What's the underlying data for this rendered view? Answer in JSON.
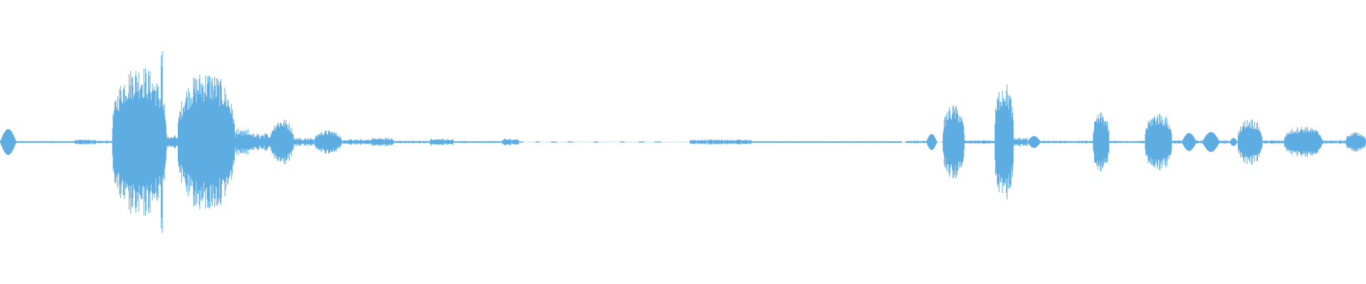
{
  "waveform": {
    "color": "#5dade2",
    "background": "#ffffff",
    "segments": [
      {
        "start": 0.0,
        "end": 0.012,
        "amp": 0.13,
        "kind": "blob"
      },
      {
        "start": 0.012,
        "end": 0.055,
        "amp": 0.012,
        "kind": "noise"
      },
      {
        "start": 0.055,
        "end": 0.07,
        "amp": 0.03,
        "kind": "noise"
      },
      {
        "start": 0.07,
        "end": 0.082,
        "amp": 0.015,
        "kind": "noise"
      },
      {
        "start": 0.082,
        "end": 0.122,
        "amp": 0.78,
        "kind": "burst"
      },
      {
        "start": 0.118,
        "end": 0.119,
        "amp": 0.95,
        "kind": "spike"
      },
      {
        "start": 0.122,
        "end": 0.13,
        "amp": 0.08,
        "kind": "noise"
      },
      {
        "start": 0.13,
        "end": 0.172,
        "amp": 0.72,
        "kind": "burst"
      },
      {
        "start": 0.172,
        "end": 0.185,
        "amp": 0.14,
        "kind": "noise"
      },
      {
        "start": 0.185,
        "end": 0.198,
        "amp": 0.1,
        "kind": "noise"
      },
      {
        "start": 0.198,
        "end": 0.215,
        "amp": 0.24,
        "kind": "burst"
      },
      {
        "start": 0.215,
        "end": 0.23,
        "amp": 0.05,
        "kind": "noise"
      },
      {
        "start": 0.23,
        "end": 0.25,
        "amp": 0.12,
        "kind": "burst"
      },
      {
        "start": 0.25,
        "end": 0.272,
        "amp": 0.03,
        "kind": "noise"
      },
      {
        "start": 0.272,
        "end": 0.288,
        "amp": 0.05,
        "kind": "noise"
      },
      {
        "start": 0.288,
        "end": 0.315,
        "amp": 0.015,
        "kind": "noise"
      },
      {
        "start": 0.315,
        "end": 0.332,
        "amp": 0.04,
        "kind": "noise"
      },
      {
        "start": 0.332,
        "end": 0.368,
        "amp": 0.012,
        "kind": "noise"
      },
      {
        "start": 0.368,
        "end": 0.38,
        "amp": 0.04,
        "kind": "noise"
      },
      {
        "start": 0.38,
        "end": 0.49,
        "amp": 0.006,
        "kind": "dashes"
      },
      {
        "start": 0.505,
        "end": 0.55,
        "amp": 0.03,
        "kind": "noise"
      },
      {
        "start": 0.55,
        "end": 0.66,
        "amp": 0.01,
        "kind": "noise"
      },
      {
        "start": 0.663,
        "end": 0.678,
        "amp": 0.015,
        "kind": "noise"
      },
      {
        "start": 0.678,
        "end": 0.686,
        "amp": 0.08,
        "kind": "blob"
      },
      {
        "start": 0.69,
        "end": 0.706,
        "amp": 0.38,
        "kind": "burst"
      },
      {
        "start": 0.706,
        "end": 0.728,
        "amp": 0.02,
        "kind": "noise"
      },
      {
        "start": 0.728,
        "end": 0.742,
        "amp": 0.62,
        "kind": "burst"
      },
      {
        "start": 0.742,
        "end": 0.752,
        "amp": 0.05,
        "kind": "noise"
      },
      {
        "start": 0.752,
        "end": 0.762,
        "amp": 0.06,
        "kind": "blob"
      },
      {
        "start": 0.762,
        "end": 0.8,
        "amp": 0.015,
        "kind": "noise"
      },
      {
        "start": 0.8,
        "end": 0.812,
        "amp": 0.3,
        "kind": "burst"
      },
      {
        "start": 0.812,
        "end": 0.838,
        "amp": 0.015,
        "kind": "noise"
      },
      {
        "start": 0.838,
        "end": 0.858,
        "amp": 0.3,
        "kind": "burst"
      },
      {
        "start": 0.858,
        "end": 0.865,
        "amp": 0.02,
        "kind": "noise"
      },
      {
        "start": 0.865,
        "end": 0.876,
        "amp": 0.09,
        "kind": "blob"
      },
      {
        "start": 0.876,
        "end": 0.88,
        "amp": 0.02,
        "kind": "noise"
      },
      {
        "start": 0.88,
        "end": 0.893,
        "amp": 0.1,
        "kind": "blob"
      },
      {
        "start": 0.893,
        "end": 0.9,
        "amp": 0.02,
        "kind": "noise"
      },
      {
        "start": 0.9,
        "end": 0.906,
        "amp": 0.04,
        "kind": "blob"
      },
      {
        "start": 0.906,
        "end": 0.924,
        "amp": 0.24,
        "kind": "burst"
      },
      {
        "start": 0.924,
        "end": 0.94,
        "amp": 0.02,
        "kind": "noise"
      },
      {
        "start": 0.94,
        "end": 0.968,
        "amp": 0.16,
        "kind": "burst"
      },
      {
        "start": 0.968,
        "end": 0.985,
        "amp": 0.02,
        "kind": "noise"
      },
      {
        "start": 0.985,
        "end": 1.0,
        "amp": 0.1,
        "kind": "burst"
      }
    ]
  }
}
